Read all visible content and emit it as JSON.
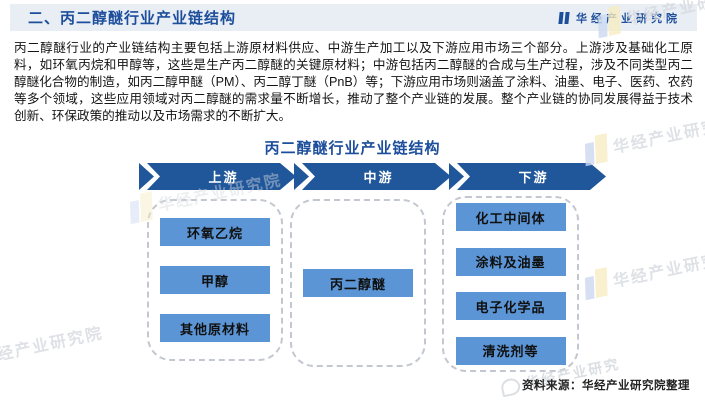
{
  "header": {
    "title": "二、丙二醇醚行业产业链结构",
    "brand": "华经产业研究院"
  },
  "intro": "丙二醇醚行业的产业链结构主要包括上游原材料供应、中游生产加工以及下游应用市场三个部分。上游涉及基础化工原料，如环氧丙烷和甲醇等，这些是生产丙二醇醚的关键原材料；中游包括丙二醇醚的合成与生产过程，涉及不同类型丙二醇醚化合物的制造，如丙二醇甲醚（PM）、丙二醇丁醚（PnB）等；下游应用市场则涵盖了涂料、油墨、电子、医药、农药等多个领域，这些应用领域对丙二醇醚的需求量不断增长，推动了整个产业链的发展。整个产业链的协同发展得益于技术创新、环保政策的推动以及市场需求的不断扩大。",
  "diagram": {
    "title": "丙二醇醚行业产业链结构",
    "stages": [
      {
        "label": "上游",
        "items": [
          "环氧乙烷",
          "甲醇",
          "其他原材料"
        ]
      },
      {
        "label": "中游",
        "items": [
          "丙二醇醚"
        ]
      },
      {
        "label": "下游",
        "items": [
          "化工中间体",
          "涂料及油墨",
          "电子化学品",
          "清洗剂等"
        ]
      }
    ]
  },
  "footer": {
    "source": "资料来源：华经产业研究院整理"
  },
  "watermark": {
    "text": "华经产业研究院",
    "text_short": "华经产业研究"
  },
  "colors": {
    "header_band": "#E9EEF5",
    "title_blue": "#1D4E9B",
    "arrow_blue": "#20569A",
    "node_blue": "#5B95D5"
  }
}
